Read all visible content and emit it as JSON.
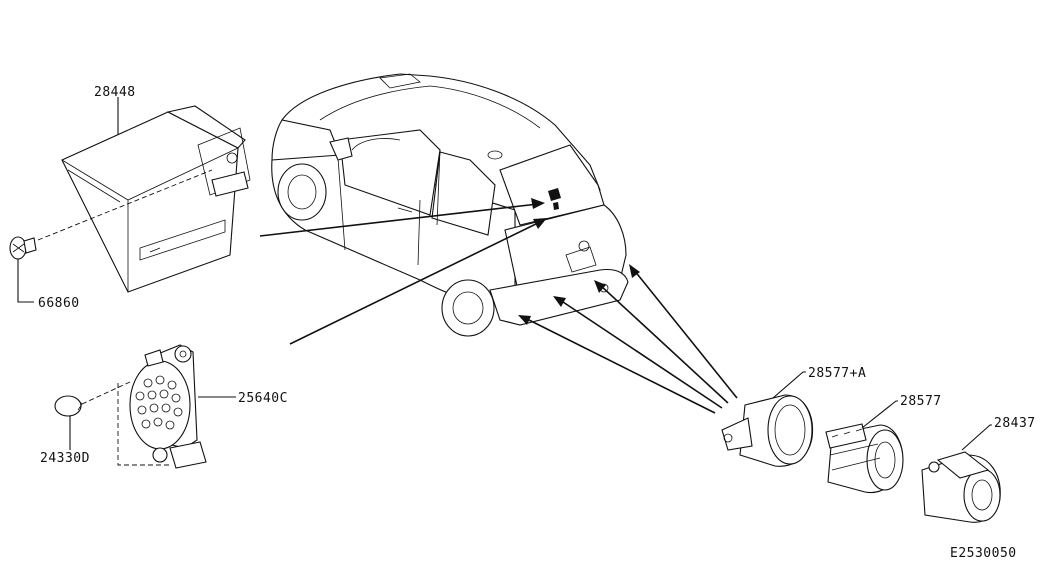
{
  "parts": {
    "control_unit": "28448",
    "bolt": "66860",
    "buzzer": "25640C",
    "clip": "24330D",
    "sensor_bracket_a": "28577+A",
    "sensor_bracket": "28577",
    "sensor": "28437"
  },
  "diagram_code": "E2530050"
}
